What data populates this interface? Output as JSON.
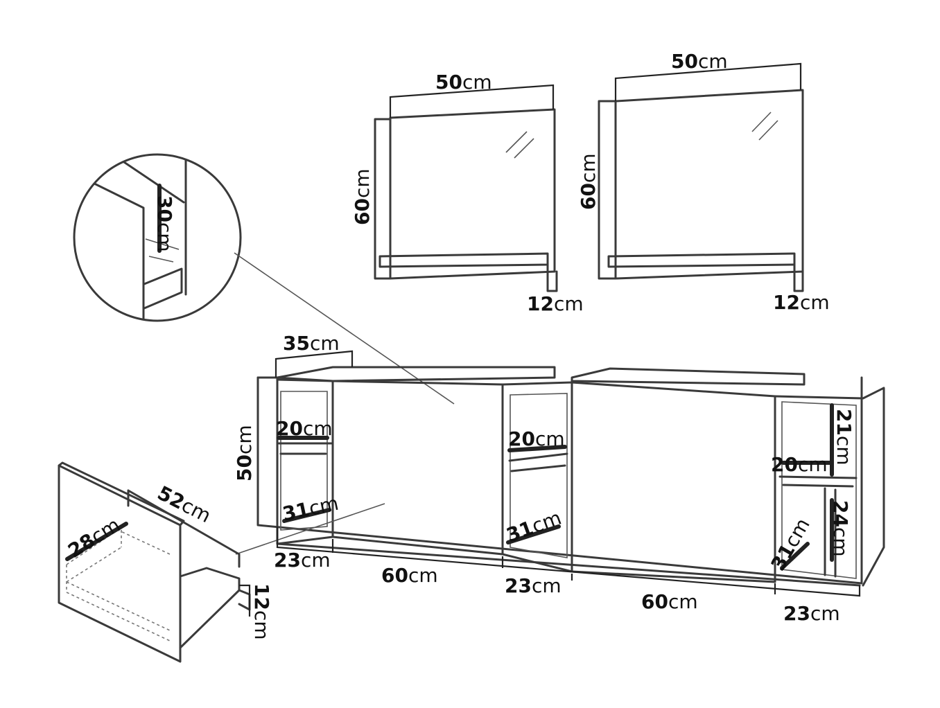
{
  "colors": {
    "line": "#3a3a3a",
    "text": "#111111",
    "background": "#ffffff"
  },
  "unit": "cm",
  "mirrors": [
    {
      "width": "50",
      "height": "60",
      "shelf_depth": "12"
    },
    {
      "width": "50",
      "height": "60",
      "shelf_depth": "12"
    }
  ],
  "detail_inset": {
    "drawer_height": "30"
  },
  "cabinet": {
    "depth": "35",
    "height": "50",
    "sections": [
      "23",
      "60",
      "23",
      "60",
      "23"
    ],
    "left_open": {
      "top": "20",
      "bottom": "31"
    },
    "middle_open": {
      "top": "20",
      "bottom": "31"
    },
    "right_open": {
      "top_height": "21",
      "shelf_depth": "20",
      "bottom_height": "24",
      "bottom_depth": "31"
    }
  },
  "drawer": {
    "width": "52",
    "depth": "28",
    "height": "12"
  }
}
